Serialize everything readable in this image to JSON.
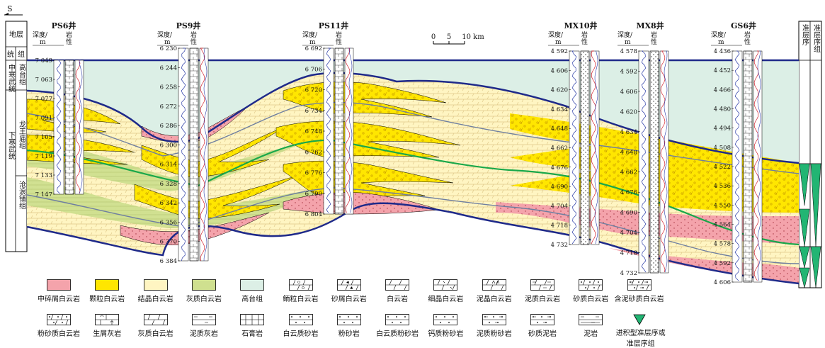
{
  "direction_label": "S",
  "strata_header": "地层",
  "top_row": [
    "统",
    "组"
  ],
  "series_upper": "中寒武统",
  "formation_gaotai": "高台组",
  "series_lower": "下寒武统",
  "formation_longwangmiao": "龙王庙组",
  "formation_canglangpu": "沧浪铺组",
  "sequence_header": "准层序",
  "sequence_set_header": "准层序组",
  "scale": {
    "ticks": [
      "0",
      "5",
      "10 km"
    ]
  },
  "depth_header": [
    "深度/",
    "m"
  ],
  "lith_header": [
    "岩",
    "性"
  ],
  "wells": [
    {
      "name": "PS6井",
      "depths": [
        "7 049",
        "7 063",
        "7 077",
        "7 091",
        "7 105",
        "7 119",
        "7 133",
        "7 147"
      ]
    },
    {
      "name": "PS9井",
      "depths": [
        "6 230",
        "6 244",
        "6 258",
        "6 272",
        "6 286",
        "6 300",
        "6 314",
        "6 328",
        "6 342",
        "6 356",
        "6 370",
        "6 384"
      ]
    },
    {
      "name": "PS11井",
      "depths": [
        "6 692",
        "6 706",
        "6 720",
        "6 734",
        "6 748",
        "6 762",
        "6 776",
        "6 790",
        "6 804"
      ]
    },
    {
      "name": "MX10井",
      "depths": [
        "4 592",
        "4 606",
        "4 620",
        "4 634",
        "4 648",
        "4 662",
        "4 676",
        "4 690",
        "4 704",
        "4 718",
        "4 732"
      ]
    },
    {
      "name": "MX8井",
      "depths": [
        "4 578",
        "4 592",
        "4 606",
        "4 620",
        "4 634",
        "4 648",
        "4 662",
        "4 676",
        "4 690",
        "4 704",
        "4 718",
        "4 732"
      ]
    },
    {
      "name": "GS6井",
      "depths": [
        "4 436",
        "4 452",
        "4 466",
        "4 480",
        "4 494",
        "4 508",
        "4 522",
        "4 536",
        "4 550",
        "4 564",
        "4 578",
        "4 592",
        "4 606"
      ]
    }
  ],
  "legend_row1": [
    {
      "label": "中碎屑白云岩",
      "fill": "#f4a3ab",
      "pattern": "solid"
    },
    {
      "label": "颗粒白云岩",
      "fill": "#ffe600",
      "pattern": "solid"
    },
    {
      "label": "结晶白云岩",
      "fill": "#fff5c2",
      "pattern": "solid"
    },
    {
      "label": "灰质白云岩",
      "fill": "#cfe08f",
      "pattern": "solid"
    },
    {
      "label": "高台组",
      "fill": "#dcefe6",
      "pattern": "solid"
    },
    {
      "label": "鲕粒白云岩",
      "fill": "#ffffff",
      "pattern": "ooid"
    },
    {
      "label": "砂屑白云岩",
      "fill": "#ffffff",
      "pattern": "sandclast"
    },
    {
      "label": "白云岩",
      "fill": "#ffffff",
      "pattern": "dolo"
    },
    {
      "label": "细晶白云岩",
      "fill": "#ffffff",
      "pattern": "fine"
    },
    {
      "label": "泥晶白云岩",
      "fill": "#ffffff",
      "pattern": "micrite"
    },
    {
      "label": "泥质白云岩",
      "fill": "#ffffff",
      "pattern": "argil"
    },
    {
      "label": "砂质白云岩",
      "fill": "#ffffff",
      "pattern": "sandy"
    },
    {
      "label": "含泥砂质白云岩",
      "fill": "#ffffff",
      "pattern": "mudsandy"
    }
  ],
  "legend_row2": [
    {
      "label": "粉砂质白云岩",
      "fill": "#ffffff",
      "pattern": "siltdolo"
    },
    {
      "label": "生屑灰岩",
      "fill": "#ffffff",
      "pattern": "bio"
    },
    {
      "label": "灰质白云岩",
      "fill": "#ffffff",
      "pattern": "limedolo"
    },
    {
      "label": "泥质灰岩",
      "fill": "#ffffff",
      "pattern": "argillime"
    },
    {
      "label": "石膏岩",
      "fill": "#ffffff",
      "pattern": "gypsum"
    },
    {
      "label": "白云质砂岩",
      "fill": "#ffffff",
      "pattern": "dolosand"
    },
    {
      "label": "粉砂岩",
      "fill": "#ffffff",
      "pattern": "silt"
    },
    {
      "label": "白云质粉砂岩",
      "fill": "#ffffff",
      "pattern": "dolosilt"
    },
    {
      "label": "钙质粉砂岩",
      "fill": "#ffffff",
      "pattern": "calcsilt"
    },
    {
      "label": "泥质粉砂岩",
      "fill": "#ffffff",
      "pattern": "argilsilt"
    },
    {
      "label": "砂质泥岩",
      "fill": "#ffffff",
      "pattern": "sandymud"
    },
    {
      "label": "泥岩",
      "fill": "#ffffff",
      "pattern": "mud"
    },
    {
      "label": "进积型准层序或准层序组",
      "fill": "#22b573",
      "pattern": "triangle"
    }
  ],
  "colors": {
    "boundary": "#1f2a8a",
    "marker_green": "#19a84a",
    "marker_grey": "#6f7fa0",
    "pink": "#f4a3ab",
    "yellow": "#ffe600",
    "cream": "#fff5c2",
    "olive": "#cfe08f",
    "mint": "#dcefe6",
    "triangle": "#22b573"
  }
}
